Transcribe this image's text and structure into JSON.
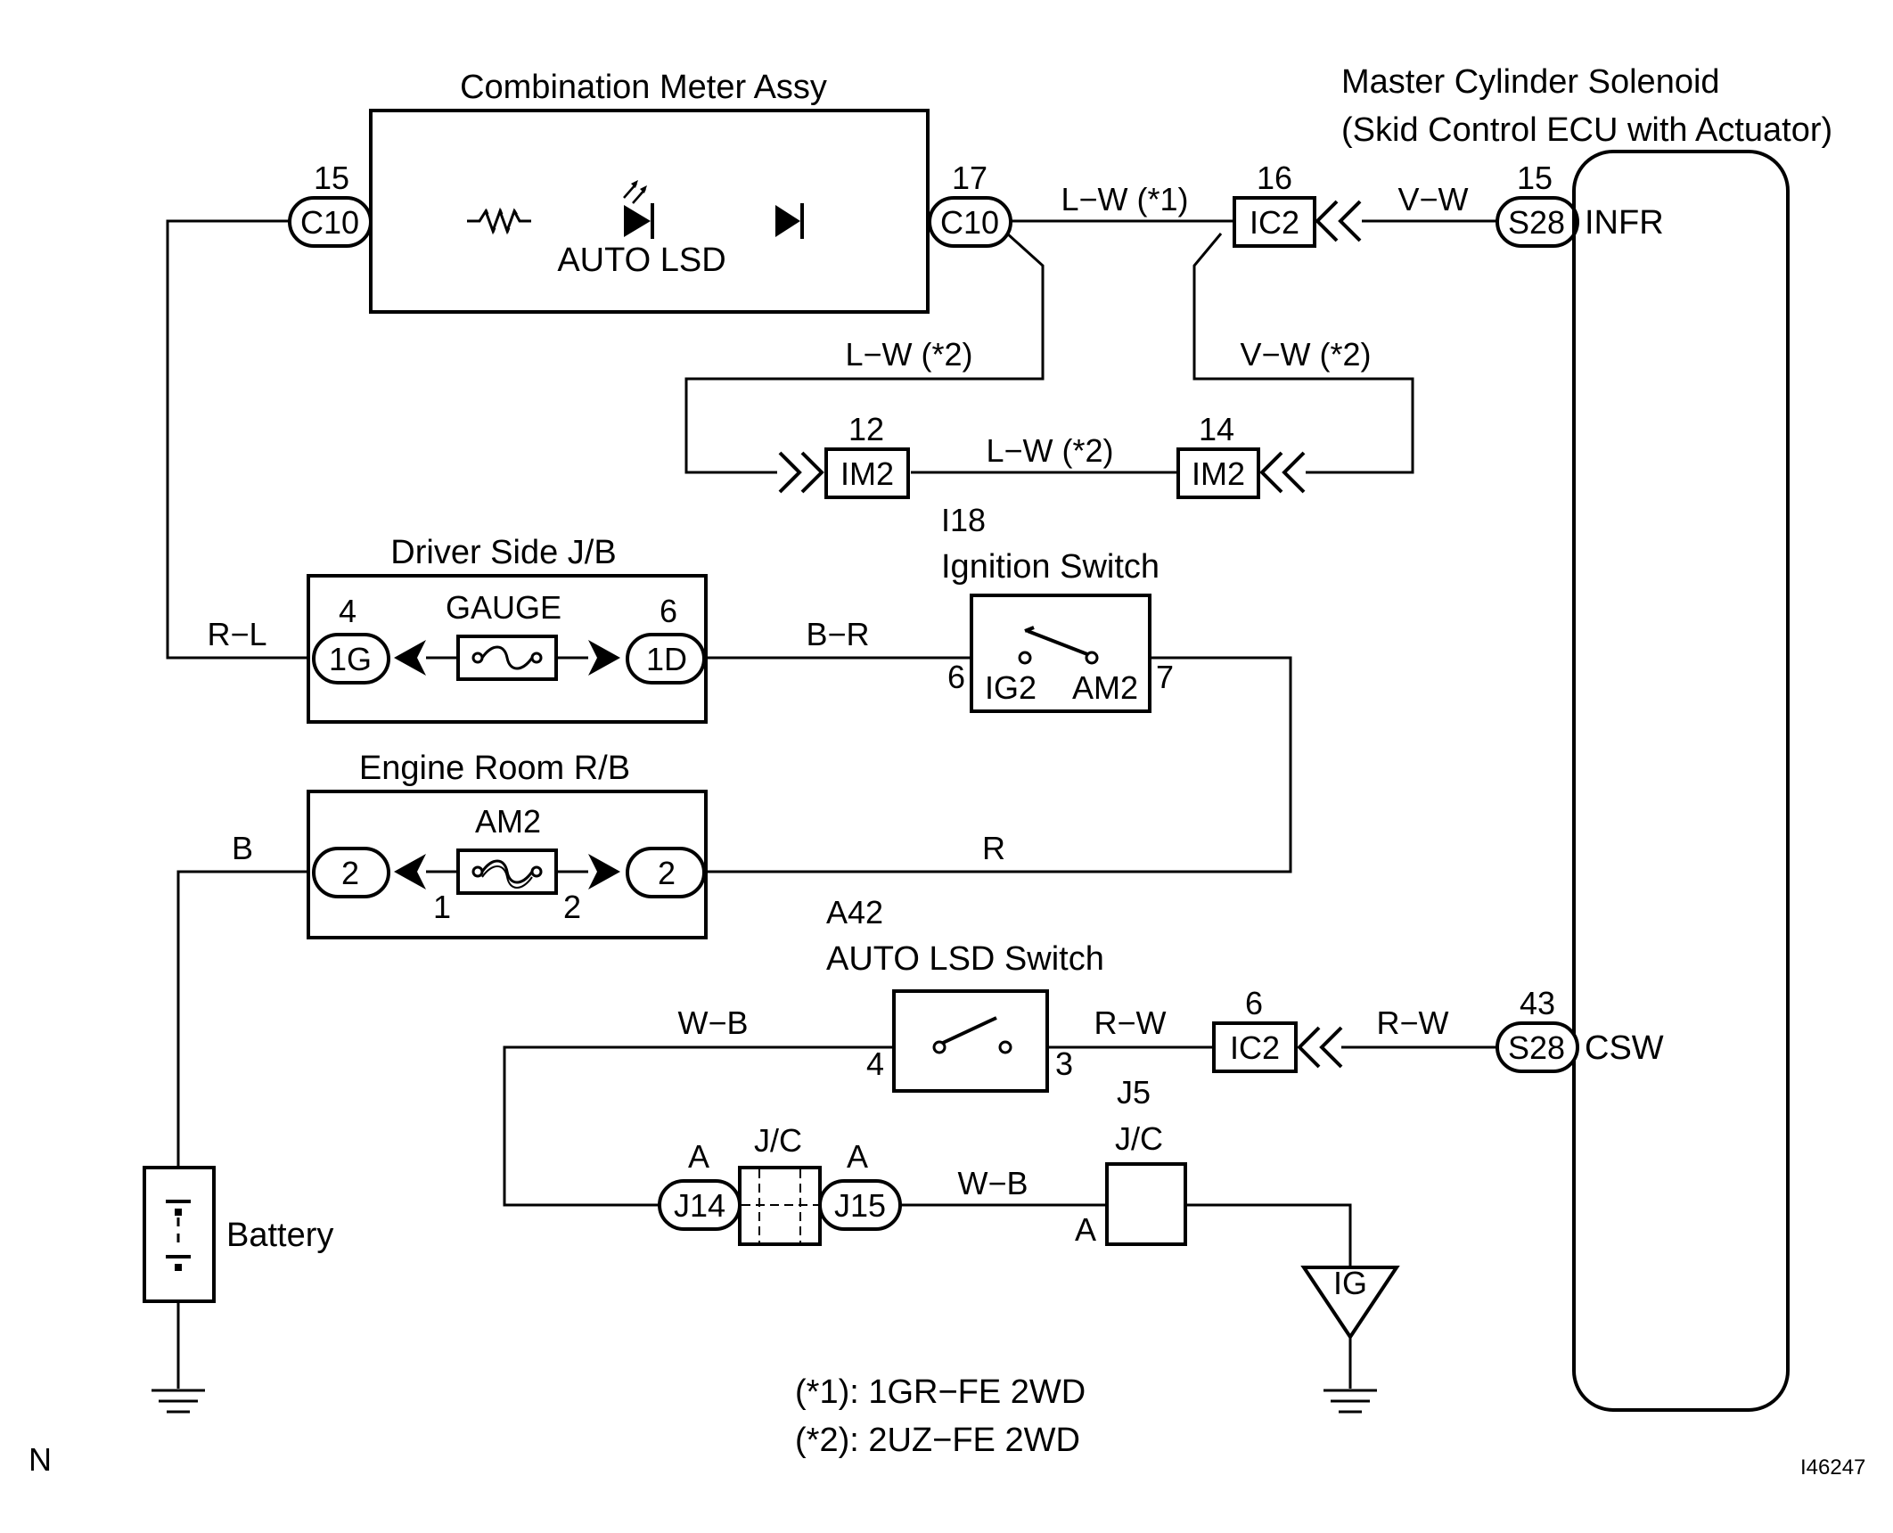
{
  "title_combination_meter": "Combination Meter Assy",
  "title_master_cylinder": "Master Cylinder Solenoid",
  "title_skid_control": "(Skid Control ECU with Actuator)",
  "lamp_label": "AUTO LSD",
  "driver_jb": {
    "title": "Driver Side J/B",
    "fuse": "GAUGE",
    "left_pin": "4",
    "left_conn": "1G",
    "right_pin": "6",
    "right_conn": "1D"
  },
  "engine_rb": {
    "title": "Engine Room R/B",
    "fuse": "AM2",
    "left_conn": "2",
    "right_conn": "2",
    "fuse_pin_left": "1",
    "fuse_pin_right": "2"
  },
  "ignition": {
    "id": "I18",
    "title": "Ignition Switch",
    "pin_left": "6",
    "pin_right": "7",
    "term_left": "IG2",
    "term_right": "AM2"
  },
  "lsd_switch": {
    "id": "A42",
    "title": "AUTO LSD Switch",
    "pin_left": "4",
    "pin_right": "3"
  },
  "jc5": {
    "id": "J5",
    "label": "J/C",
    "pin": "A"
  },
  "jc": {
    "label": "J/C",
    "left_pin": "A",
    "left_conn": "J14",
    "right_pin": "A",
    "right_conn": "J15"
  },
  "battery_label": "Battery",
  "ground_ig": "IG",
  "ecu_terms": {
    "infr": "INFR",
    "csw": "CSW"
  },
  "connectors": {
    "c10_left": {
      "pin": "15",
      "name": "C10"
    },
    "c10_right": {
      "pin": "17",
      "name": "C10"
    },
    "ic2_top": {
      "pin": "16",
      "name": "IC2"
    },
    "s28_top": {
      "pin": "15",
      "name": "S28"
    },
    "im2_left": {
      "pin": "12",
      "name": "IM2"
    },
    "im2_right": {
      "pin": "14",
      "name": "IM2"
    },
    "ic2_bottom": {
      "pin": "6",
      "name": "IC2"
    },
    "s28_bottom": {
      "pin": "43",
      "name": "S28"
    }
  },
  "wires": {
    "lw1": "L−W (*1)",
    "vw": "V−W",
    "lw2_top": "L−W (*2)",
    "vw2": "V−W (*2)",
    "lw2_mid": "L−W (*2)",
    "rl": "R−L",
    "br": "B−R",
    "b": "B",
    "r": "R",
    "wb_top": "W−B",
    "rw_left": "R−W",
    "rw_right": "R−W",
    "wb_bottom": "W−B"
  },
  "notes": [
    "(*1): 1GR−FE 2WD",
    "(*2): 2UZ−FE 2WD"
  ],
  "corner_left": "N",
  "figure_code": "I46247"
}
